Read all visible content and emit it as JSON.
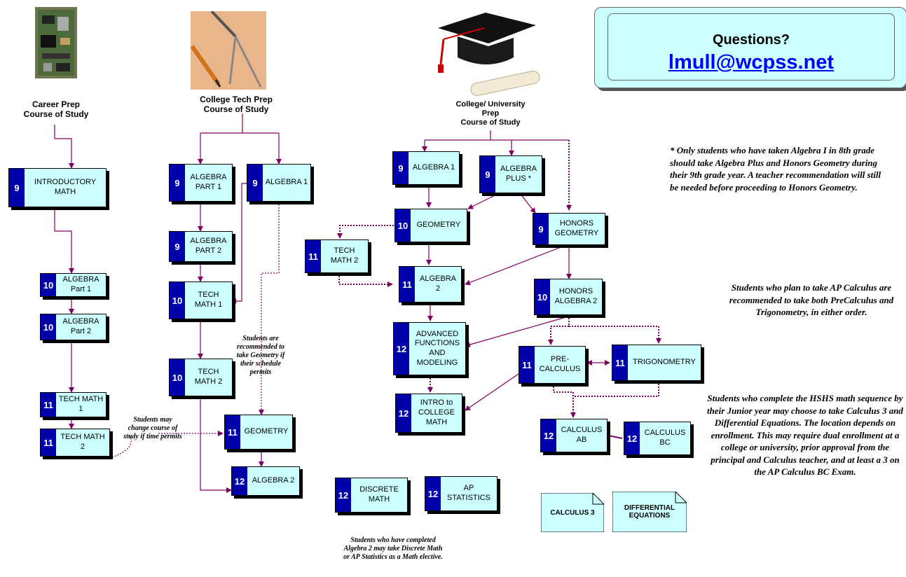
{
  "colors": {
    "box_fill": "#ccffff",
    "grade_fill": "#0000aa",
    "connector": "#800060",
    "link": "#0000ff"
  },
  "contact": {
    "title": "Questions?",
    "email": "lmull@wcpss.net"
  },
  "tracks": {
    "career": {
      "title": "Career Prep\nCourse of Study"
    },
    "tech": {
      "title": "College Tech Prep\nCourse of Study"
    },
    "univ": {
      "title": "College/ University\nPrep\nCourse of Study"
    }
  },
  "courses": {
    "intro_math": {
      "grade": "9",
      "name": "INTRODUCTORY\nMATH"
    },
    "career_alg_p1": {
      "grade": "10",
      "name": "ALGEBRA\nPart 1"
    },
    "career_alg_p2": {
      "grade": "10",
      "name": "ALGEBRA\nPart 2"
    },
    "career_tech_math1": {
      "grade": "11",
      "name": "TECH MATH\n1"
    },
    "career_tech_math2": {
      "grade": "11",
      "name": "TECH MATH\n2"
    },
    "tech_alg_part1": {
      "grade": "9",
      "name": "ALGEBRA\nPART 1"
    },
    "tech_alg1": {
      "grade": "9",
      "name": "ALGEBRA 1"
    },
    "tech_alg_part2": {
      "grade": "9",
      "name": "ALGEBRA\nPART 2"
    },
    "tech_math1": {
      "grade": "10",
      "name": "TECH\nMATH 1"
    },
    "tech_math2": {
      "grade": "10",
      "name": "TECH\nMATH 2"
    },
    "tech_geometry": {
      "grade": "11",
      "name": "GEOMETRY"
    },
    "tech_alg2": {
      "grade": "12",
      "name": "ALGEBRA 2"
    },
    "univ_alg1": {
      "grade": "9",
      "name": "ALGEBRA 1"
    },
    "univ_alg_plus": {
      "grade": "9",
      "name": "ALGEBRA\nPLUS *"
    },
    "univ_geometry": {
      "grade": "10",
      "name": "GEOMETRY"
    },
    "univ_honors_geo": {
      "grade": "9",
      "name": "HONORS\nGEOMETRY"
    },
    "univ_tech_math2": {
      "grade": "11",
      "name": "TECH\nMATH 2"
    },
    "univ_alg2": {
      "grade": "11",
      "name": "ALGEBRA 2"
    },
    "univ_honors_alg2": {
      "grade": "10",
      "name": "HONORS\nALGEBRA 2"
    },
    "univ_adv_func": {
      "grade": "12",
      "name": "ADVANCED\nFUNCTIONS\nAND\nMODELING"
    },
    "univ_precalc": {
      "grade": "11",
      "name": "PRE-\nCALCULUS"
    },
    "univ_trig": {
      "grade": "11",
      "name": "TRIGONOMETRY"
    },
    "univ_intro_college": {
      "grade": "12",
      "name": "INTRO to\nCOLLEGE\nMATH"
    },
    "univ_calc_ab": {
      "grade": "12",
      "name": "CALCULUS\nAB"
    },
    "univ_calc_bc": {
      "grade": "12",
      "name": "CALCULUS\nBC"
    },
    "univ_discrete": {
      "grade": "12",
      "name": "DISCRETE\nMATH"
    },
    "univ_ap_stats": {
      "grade": "12",
      "name": "AP\nSTATISTICS"
    }
  },
  "docs": {
    "calc3": "CALCULUS 3",
    "diff_eq": "DIFFERENTIAL\nEQUATIONS"
  },
  "notes": {
    "algebra_plus": "* Only students who have taken Algebra I in 8th grade should take Algebra Plus and Honors Geometry during their 9th grade year. A teacher recommendation will still be needed before proceeding to Honors Geometry.",
    "ap_calc": "Students who plan to take AP Calculus are recommended to take both PreCalculus and Trigonometry, in either order.",
    "hshs": "Students who complete the HSHS math sequence by their Junior year may choose to take Calculus 3 and Differential Equations. The location depends on enrollment. This may require dual enrollment at a college or university, prior approval from the principal and Calculus teacher, and at least a 3 on the AP Calculus BC Exam.",
    "geometry_rec": "Students are recommended to take Geometry if their schedule permits",
    "change_course": "Students may change course of study if time permits",
    "algebra2_elective": "Students who have completed Algebra 2 may take Discrete Math or AP Statistics as a Math elective."
  }
}
